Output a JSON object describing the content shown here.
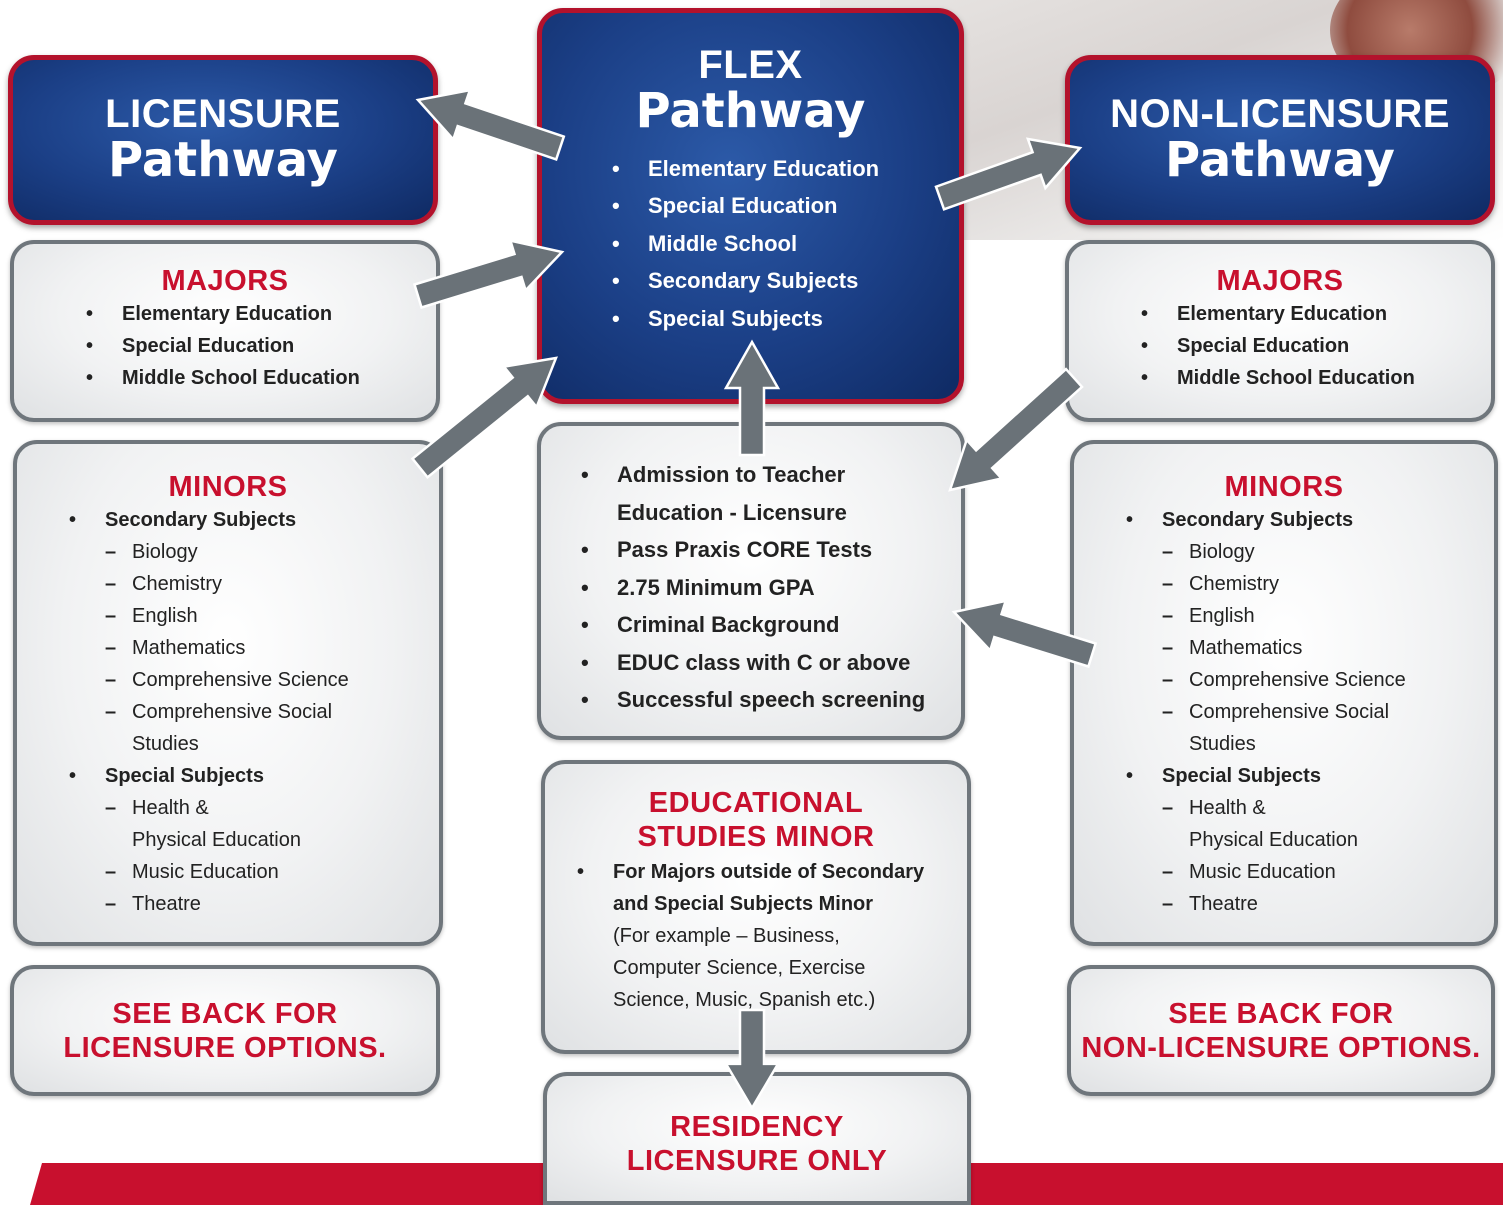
{
  "flex": {
    "title_top": "FLEX",
    "title_bottom": "Pathway",
    "items": [
      "Elementary Education",
      "Special Education",
      "Middle School",
      "Secondary Subjects",
      "Special Subjects"
    ]
  },
  "licensure": {
    "title_top": "LICENSURE",
    "title_bottom": "Pathway",
    "majors": {
      "heading": "MAJORS",
      "items": [
        "Elementary Education",
        "Special Education",
        "Middle School Education"
      ]
    },
    "minors": {
      "heading": "MINORS",
      "secondary": {
        "label": "Secondary Subjects",
        "items": [
          "Biology",
          "Chemistry",
          "English",
          "Mathematics",
          "Comprehensive Science",
          "Comprehensive Social",
          "Studies"
        ]
      },
      "special": {
        "label": "Special Subjects",
        "items": [
          "Health &",
          "Physical Education",
          "Music Education",
          "Theatre"
        ]
      }
    },
    "see_back_line1": "SEE BACK FOR",
    "see_back_line2": "LICENSURE OPTIONS."
  },
  "non_licensure": {
    "title_top": "NON-LICENSURE",
    "title_bottom": "Pathway",
    "majors": {
      "heading": "MAJORS",
      "items": [
        "Elementary Education",
        "Special Education",
        "Middle School Education"
      ]
    },
    "minors": {
      "heading": "MINORS",
      "secondary": {
        "label": "Secondary Subjects",
        "items": [
          "Biology",
          "Chemistry",
          "English",
          "Mathematics",
          "Comprehensive Science",
          "Comprehensive Social",
          "Studies"
        ]
      },
      "special": {
        "label": "Special Subjects",
        "items": [
          "Health &",
          "Physical Education",
          "Music Education",
          "Theatre"
        ]
      }
    },
    "see_back_line1": "SEE BACK FOR",
    "see_back_line2": "NON-LICENSURE OPTIONS."
  },
  "requirements": {
    "items": [
      "Admission to Teacher",
      "Education - Licensure",
      "Pass Praxis CORE Tests",
      "2.75 Minimum GPA",
      "Criminal Background",
      "EDUC class with C or above",
      "Successful speech screening"
    ]
  },
  "ed_studies": {
    "heading_line1": "EDUCATIONAL",
    "heading_line2": "STUDIES MINOR",
    "bold_line1": "For Majors outside of Secondary",
    "bold_line2": "and Special Subjects Minor",
    "plain_line1": "(For example – Business,",
    "plain_line2": "Computer Science, Exercise",
    "plain_line3": "Science, Music, Spanish etc.)"
  },
  "residency": {
    "line1": "RESIDENCY",
    "line2": "LICENSURE ONLY"
  },
  "colors": {
    "accent_red": "#c8102e",
    "blue_box": "#1b3f86",
    "arrow_gray": "#6a7278",
    "box_border": "#6f767c"
  }
}
